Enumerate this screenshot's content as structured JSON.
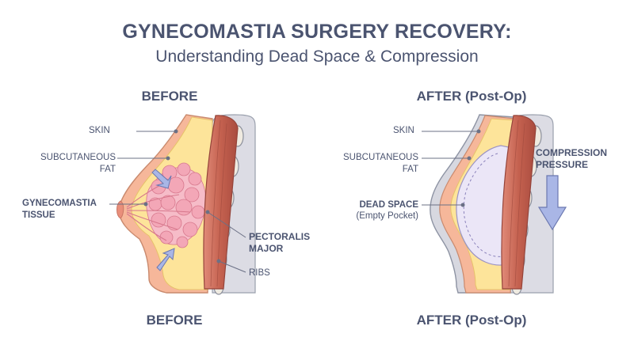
{
  "header": {
    "title": "GYNECOMASTIA SURGERY RECOVERY:",
    "subtitle": "Understanding Dead Space & Compression"
  },
  "before": {
    "top_label": "BEFORE",
    "bottom_label": "BEFORE",
    "labels": {
      "skin": "SKIN",
      "fat_1": "SUBCUTANEOUS",
      "fat_2": "FAT",
      "tissue_1": "GYNECOMASTIA",
      "tissue_2": "TISSUE",
      "muscle_1": "PECTORALIS",
      "muscle_2": "MAJOR",
      "ribs": "RIBS"
    }
  },
  "after": {
    "top_label": "AFTER (Post-Op)",
    "bottom_label": "AFTER (Post-Op)",
    "labels": {
      "skin": "SKIN",
      "fat_1": "SUBCUTANEOUS",
      "fat_2": "FAT",
      "dead_space_1": "DEAD SPACE",
      "dead_space_2": "(Empty Pocket)",
      "compression_1": "COMPRESSION",
      "compression_2": "PRESSURE"
    }
  },
  "colors": {
    "text": "#4b5470",
    "skin": "#f6b79a",
    "fat": "#fde49a",
    "gland": "#f3a7b7",
    "muscle": "#c8695b",
    "rib_wall": "#dcdce4",
    "dead_space": "#ebe6f7",
    "compression_arrow": "#a9b6e6"
  }
}
